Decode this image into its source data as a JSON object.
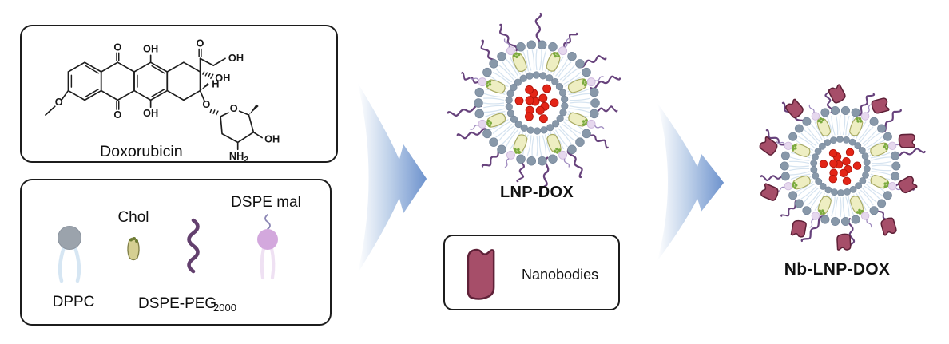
{
  "doxorubicin": {
    "label": "Doxorubicin",
    "atoms": {
      "o_quinone_top": "O",
      "o_quinone_bottom": "O",
      "oh_ring_top": "OH",
      "oh_ring_bottom": "OH",
      "o_methoxy": "O",
      "o_chain": "O",
      "oh_chain": "OH",
      "oh_c9": "OH",
      "h_c7": "H",
      "o_glycosidic": "O",
      "o_sugar_ring": "O",
      "oh_sugar": "OH",
      "nh_sugar": "NH",
      "nh_sugar_sub": "2"
    }
  },
  "lipids": {
    "dppc": "DPPC",
    "chol": "Chol",
    "dspe_mal": "DSPE mal",
    "dspe_peg": "DSPE-PEG",
    "dspe_peg_sub": "2000"
  },
  "nanobodies": {
    "label": "Nanobodies"
  },
  "particles": {
    "lnp": {
      "label": "LNP-DOX",
      "outer_heads": 34,
      "inner_heads": 26,
      "tails": 72,
      "peg_chains": 15,
      "cholesterols": 8,
      "mal_heads": 8,
      "dox_dots": 13,
      "nanobodies": 0,
      "peg_rot": 8,
      "nb_rot": 0
    },
    "nb_lnp": {
      "label": "Nb-LNP-DOX",
      "outer_heads": 34,
      "inner_heads": 26,
      "tails": 72,
      "peg_chains": 12,
      "cholesterols": 8,
      "mal_heads": 8,
      "dox_dots": 13,
      "nanobodies": 10,
      "peg_rot": 20,
      "nb_rot": 2
    }
  },
  "colors": {
    "ink": "#111111",
    "outline": "#1c1c1c",
    "head": "#8898a9",
    "head_border": "#74859a",
    "tail": "#d5e3f0",
    "dox": "#e32517",
    "dox_border": "#b2150b",
    "chol_fill": "#eeeec2",
    "chol_border": "#a9aa63",
    "chol_dot": "#7aaa3d",
    "peg": "#67427c",
    "mal": "#e6d8ee",
    "mal_border": "#cfbade",
    "mal_stem": "#a08cc0",
    "nanobody": "#a64e69",
    "nanobody_border": "#5f2138",
    "arrow_light": "#ffffff",
    "arrow_mid": "#c0d2ea",
    "arrow_deep": "#6d92cd",
    "dppc_head": "#9ba3ac",
    "dppc_head_border": "#8b949f",
    "dppc_tail": "#d6e6f3",
    "chol_legend_fill": "#d5cf92",
    "chol_legend_border": "#83824a",
    "chol_legend_dot": "#6d7c33",
    "peg_legend": "#63406e",
    "mal_legend_head": "#d3a8dd",
    "mal_legend_tail": "#efe1f3",
    "mal_legend_stem": "#8c87b5"
  }
}
